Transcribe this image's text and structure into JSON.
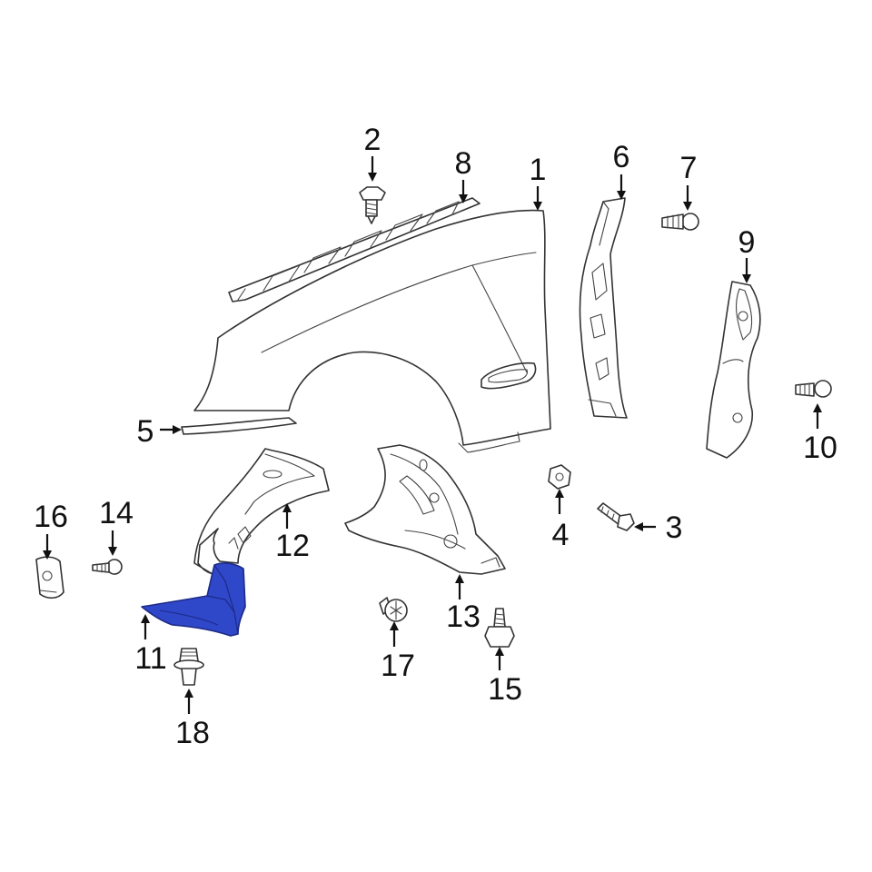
{
  "colors": {
    "background": "#ffffff",
    "line": "#333333",
    "highlight_fill": "#2f47c9",
    "highlight_stroke": "#1d2a86"
  },
  "highlighted_part": "11",
  "callouts": [
    {
      "id": "c1",
      "label": "1"
    },
    {
      "id": "c2",
      "label": "2"
    },
    {
      "id": "c3",
      "label": "3"
    },
    {
      "id": "c4",
      "label": "4"
    },
    {
      "id": "c5",
      "label": "5"
    },
    {
      "id": "c6",
      "label": "6"
    },
    {
      "id": "c7",
      "label": "7"
    },
    {
      "id": "c8",
      "label": "8"
    },
    {
      "id": "c9",
      "label": "9"
    },
    {
      "id": "c10",
      "label": "10"
    },
    {
      "id": "c11",
      "label": "11"
    },
    {
      "id": "c12",
      "label": "12"
    },
    {
      "id": "c13",
      "label": "13"
    },
    {
      "id": "c14",
      "label": "14"
    },
    {
      "id": "c15",
      "label": "15"
    },
    {
      "id": "c16",
      "label": "16"
    },
    {
      "id": "c17",
      "label": "17"
    },
    {
      "id": "c18",
      "label": "18"
    }
  ]
}
